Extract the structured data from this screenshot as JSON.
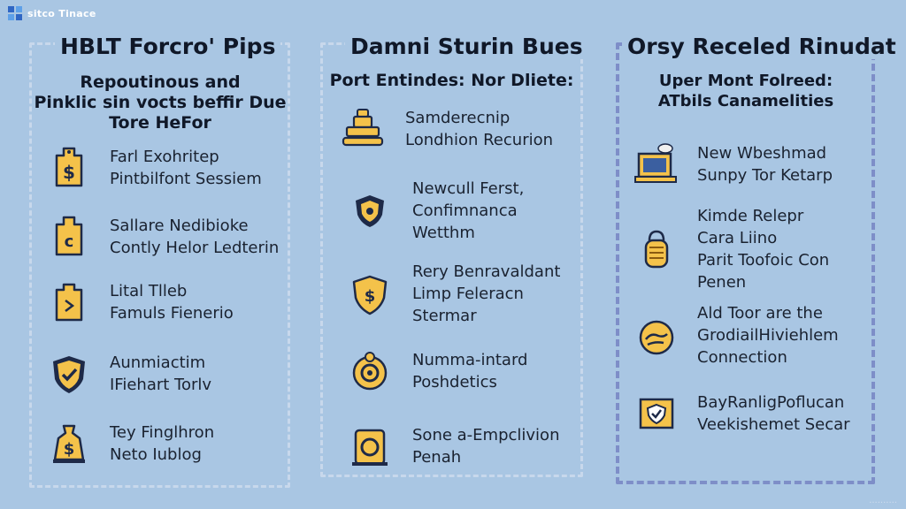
{
  "brand": {
    "name": "sitco Tinace"
  },
  "watermark": "..........",
  "columns": [
    {
      "title": "HBLT Forcro' Pips",
      "subtitle": [
        "Repoutinous and",
        "Pinklic sin vocts beffir Due",
        "Tore HeFor"
      ],
      "items": [
        {
          "icon": "money-tag-icon",
          "lines": [
            "Farl Exohritep",
            "Pintbilfont Sessiem"
          ]
        },
        {
          "icon": "coin-tag-icon",
          "lines": [
            "Sallare Nedibioke",
            "Contly Helor Ledterin"
          ]
        },
        {
          "icon": "tag-icon",
          "lines": [
            "Lital Tlleb",
            "Famuls Fienerio"
          ]
        },
        {
          "icon": "shield-check-icon",
          "lines": [
            "Aunmiactim",
            "IFiehart Torlv"
          ]
        },
        {
          "icon": "money-bag-icon",
          "lines": [
            "Tey Finglhron",
            "Neto Iublog"
          ]
        }
      ]
    },
    {
      "title": "Damni Sturin Bues",
      "subtitle": [
        "Port Entindes: Nor Dliete:"
      ],
      "items": [
        {
          "icon": "database-stack-icon",
          "lines": [
            "Samderecnip",
            "Londhion Recurion"
          ]
        },
        {
          "icon": "shield-badge-icon",
          "lines": [
            "Newcull Ferst,",
            "Confimnanca",
            "Wetthm"
          ]
        },
        {
          "icon": "shield-dollar-icon",
          "lines": [
            "Rery Benravaldant",
            "Limp Feleracn",
            "Stermar"
          ]
        },
        {
          "icon": "gear-shield-icon",
          "lines": [
            "Numma-intard",
            "Poshdetics"
          ]
        },
        {
          "icon": "coin-card-icon",
          "lines": [
            "Sone a-Empclivion",
            "Penah"
          ]
        }
      ]
    },
    {
      "title": "Orsy Receled Rinudat",
      "subtitle": [
        "Uper Mont Folreed:",
        "ATbils Canamelities"
      ],
      "items": [
        {
          "icon": "laptop-icon",
          "lines": [
            "New Wbeshmad",
            "Sunpy Tor Ketarp"
          ]
        },
        {
          "icon": "lock-token-icon",
          "lines": [
            "Kimde Relepr",
            "Cara Liino",
            "Parit Toofoic Con",
            "Penen"
          ]
        },
        {
          "icon": "hand-coin-icon",
          "lines": [
            "Ald Toor are the",
            "GrodiailHiviehlem",
            "Connection"
          ]
        },
        {
          "icon": "shield-frame-icon",
          "lines": [
            "BayRanligPoflucan",
            "Veekishemet Secar"
          ]
        }
      ]
    }
  ],
  "colors": {
    "background": "#a9c6e3",
    "icon_fill": "#f4c24a",
    "icon_stroke": "#1e2a48",
    "accent_border": "#7e8ec8"
  }
}
